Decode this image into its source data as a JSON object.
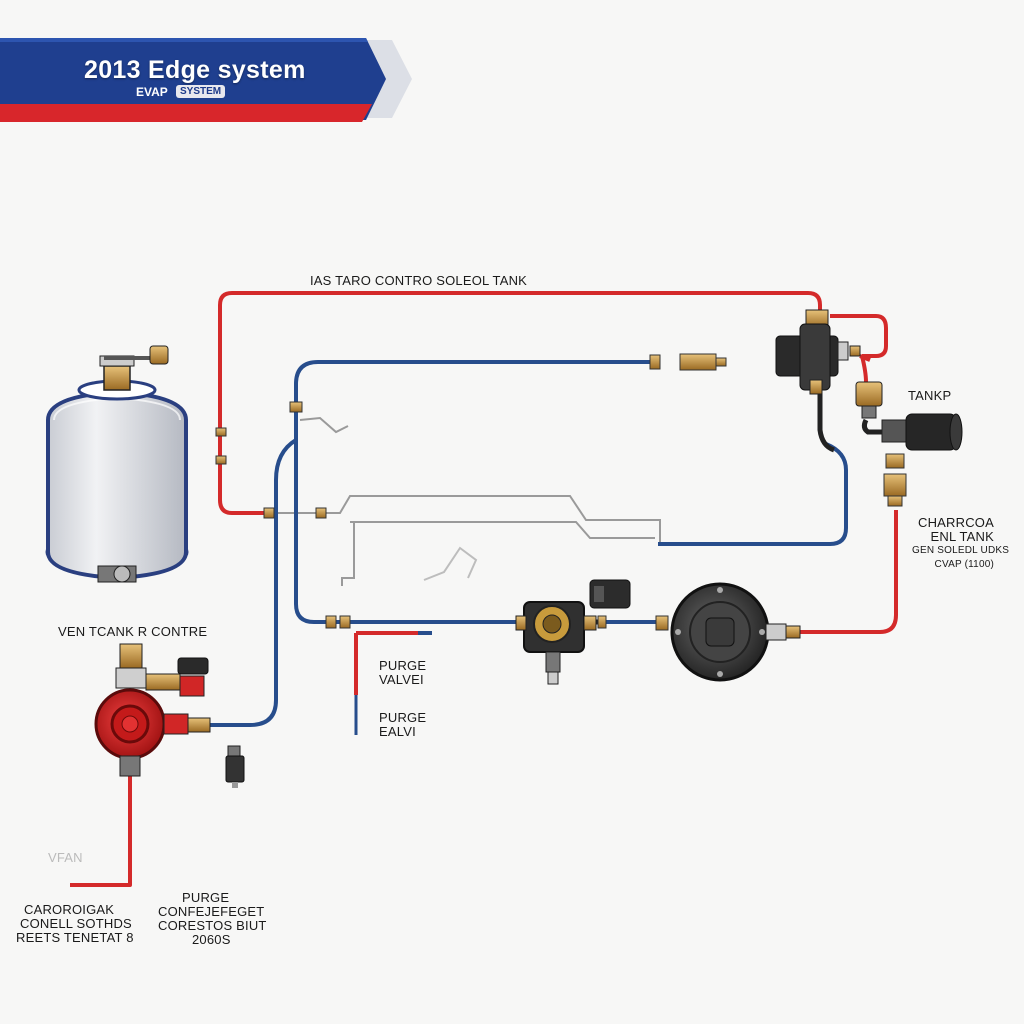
{
  "header": {
    "title": "2013 Edge system",
    "subtitle": "EVAP",
    "badge": "SYSTEM",
    "colors": {
      "blue": "#1f3f8f",
      "red": "#d8262b"
    }
  },
  "labels": {
    "top_line": "IAS TARO CONTRO SOLEOL TANK",
    "tank_right": "TANKP",
    "charcoal_right": [
      "CHARRCOA",
      "ENL TANK",
      "GEN SOLEDL UDKS",
      "CVAP (1100)"
    ],
    "vent_control": "VEN TCANK R CONTRE",
    "purge_valve_center": [
      "PURGE",
      "VALVEI"
    ],
    "purge_valve_center_sub": [
      "PURGE",
      "EALVI"
    ],
    "vfan": "VFAN",
    "bottom_left": [
      "CAROROIGAK",
      "CONELL SOTHDS",
      "REETS TENETAT  8"
    ],
    "bottom_middle": [
      "PURGE",
      "CONFEJEFEGET",
      "CORESTOS BIUT",
      "2060S"
    ]
  },
  "lines": {
    "red_color": "#d42a2a",
    "blue_color": "#274d8c",
    "gray_color": "#9a9a9a"
  }
}
